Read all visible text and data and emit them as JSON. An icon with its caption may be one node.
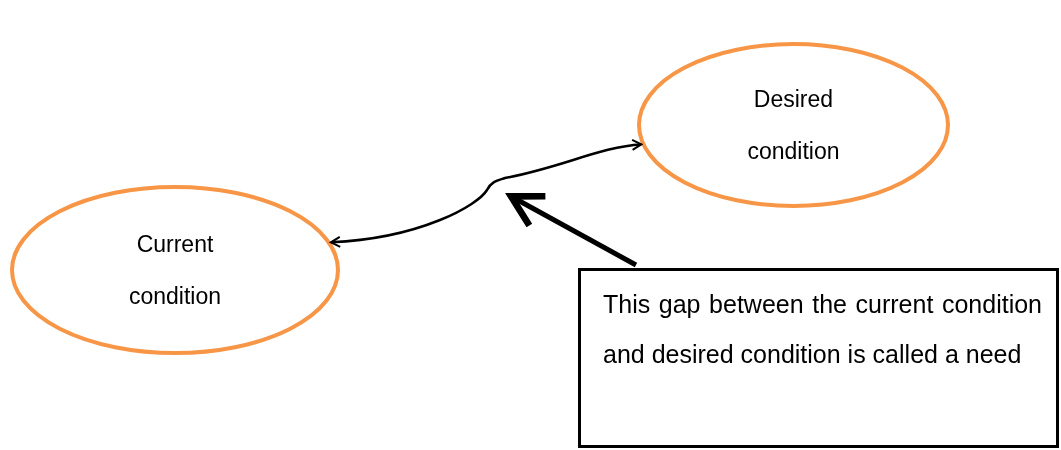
{
  "diagram": {
    "nodes": [
      {
        "text": [
          "Desired condition"
        ]
      },
      {
        "text": [
          "Current condition"
        ]
      },
      {
        "text": [
          "This gap between the current condition and desired condition is called a need"
        ]
      }
    ],
    "edges": [
      {
        "from": 1,
        "to": 0,
        "arrow": "both"
      },
      {
        "from": 2,
        "to": null,
        "arrow": "to",
        "style": "thick"
      }
    ]
  }
}
